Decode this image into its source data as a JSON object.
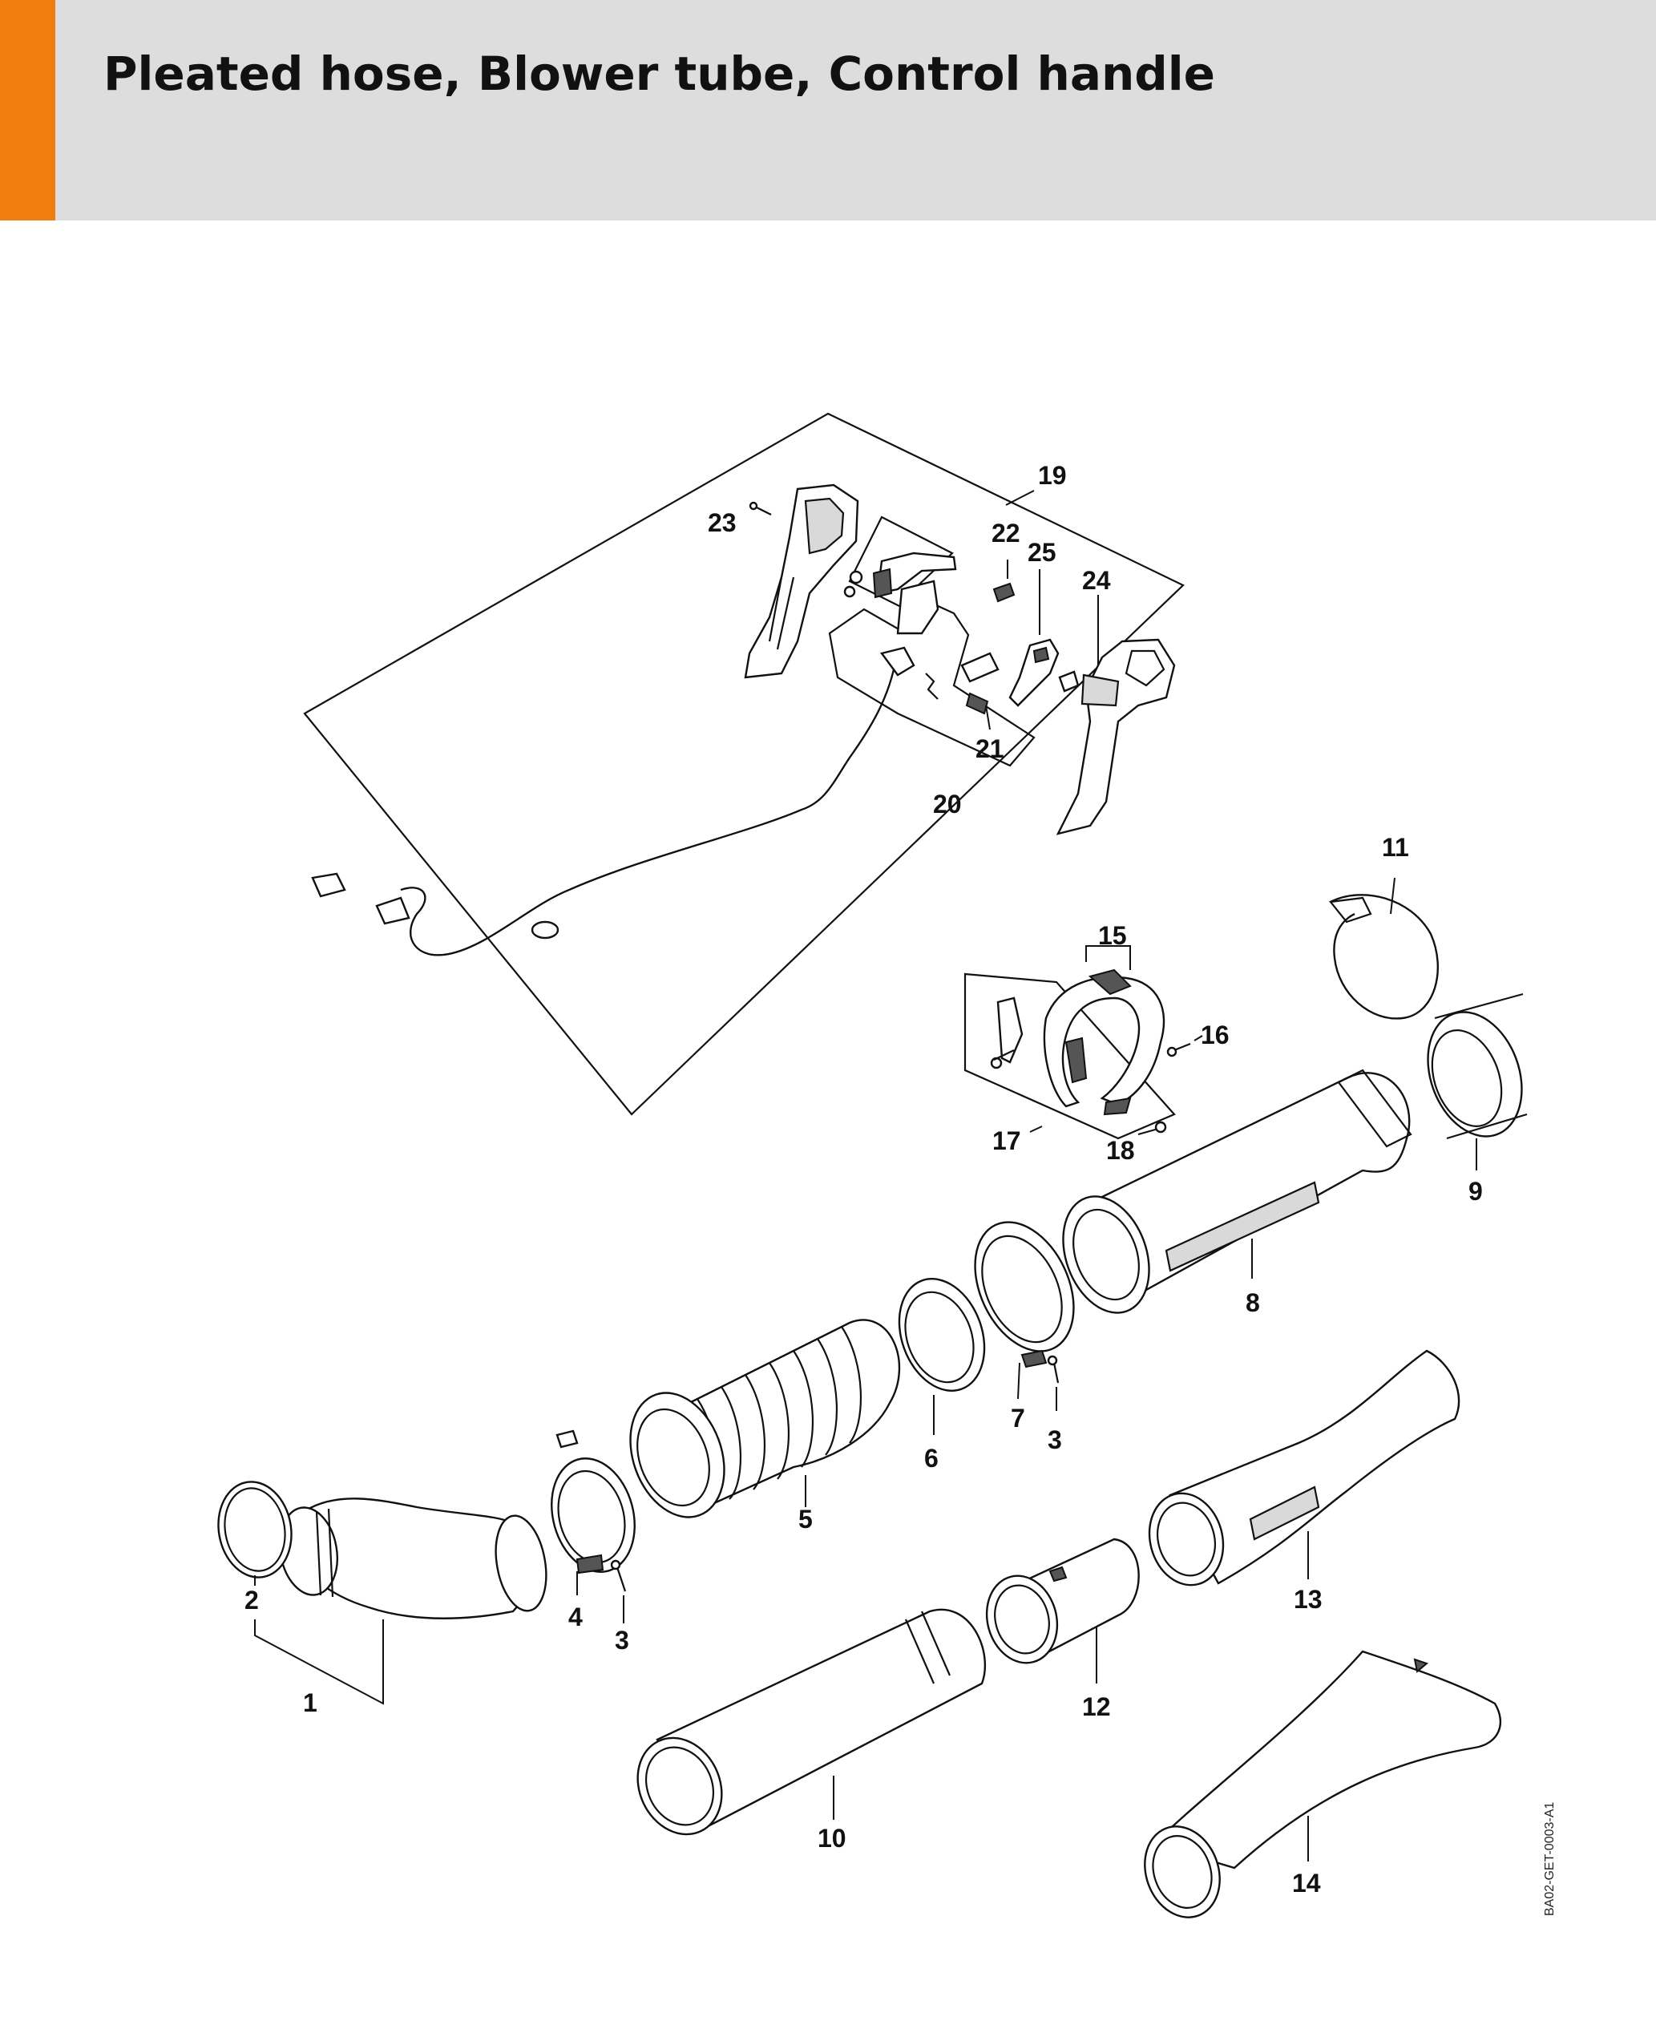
{
  "header": {
    "title": "Pleated hose, Blower tube, Control handle",
    "accent_color": "#f07d10",
    "band_color": "#dcdddc"
  },
  "drawing_ref": "BA02-GET-0003-A1",
  "callouts": {
    "c1": "1",
    "c2": "2",
    "c3a": "3",
    "c3b": "3",
    "c4": "4",
    "c5": "5",
    "c6": "6",
    "c7": "7",
    "c8": "8",
    "c9": "9",
    "c10": "10",
    "c11": "11",
    "c12": "12",
    "c13": "13",
    "c14": "14",
    "c15": "15",
    "c16": "16",
    "c17": "17",
    "c18": "18",
    "c19": "19",
    "c20": "20",
    "c21": "21",
    "c22": "22",
    "c23": "23",
    "c24": "24",
    "c25": "25"
  }
}
